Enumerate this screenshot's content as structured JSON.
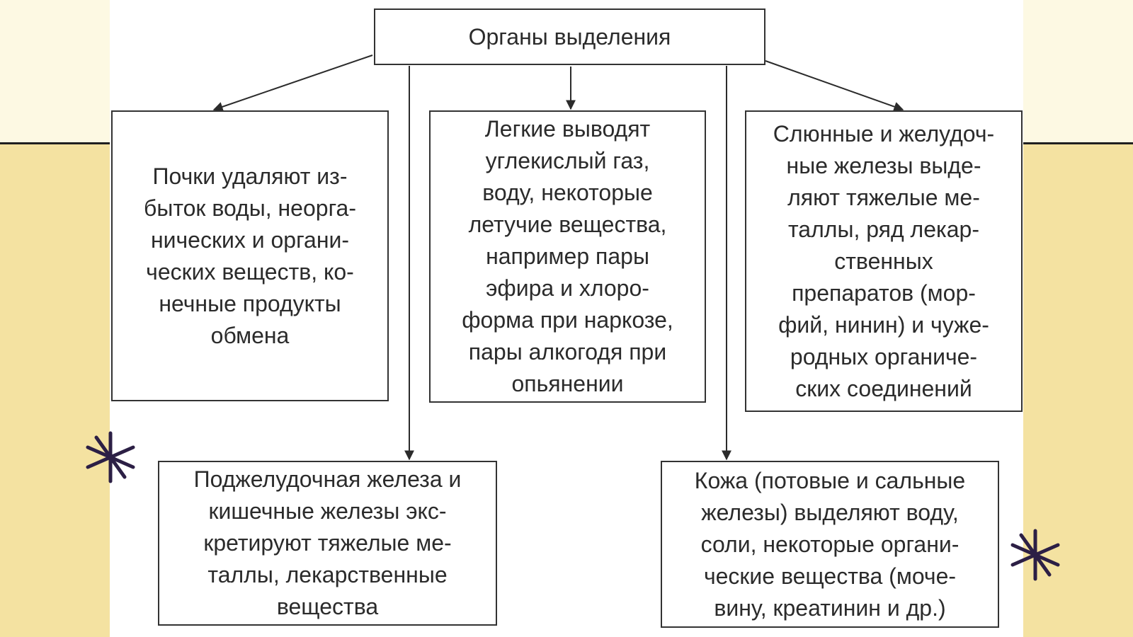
{
  "diagram": {
    "root": "Органы выделения",
    "nodes": [
      {
        "id": "kidneys",
        "text": "Почки удаляют из-\nбыток воды, неорга-\nнических и органи-\nческих веществ, ко-\nнечные продукты\nобмена"
      },
      {
        "id": "lungs",
        "text": "Легкие выводят\nуглекислый газ,\nводу, некоторые\nлетучие вещества,\nнапример пары\nэфира и хлоро-\nформа при наркозе,\nпары алкогодя при\nопьянении"
      },
      {
        "id": "glands",
        "text": "Слюнные и желудоч-\nные железы выде-\nляют тяжелые ме-\nталлы, ряд лекар-\nственных\nпрепаратов (мор-\nфий, нинин) и чуже-\nродных органиче-\nских соединений"
      },
      {
        "id": "pancreas",
        "text": "Поджелудочная железа и\nкишечные железы экс-\nкретируют тяжелые ме-\nталлы, лекарственные\nвещества"
      },
      {
        "id": "skin",
        "text": "Кожа (потовые и сальные\nжелезы) выделяют воду,\nсоли, некоторые органи-\nческие вещества (моче-\nвину, креатинин и др.)"
      }
    ]
  },
  "decor": {
    "star_icon": "asterisk-star",
    "star_color": "#2c1f45"
  }
}
